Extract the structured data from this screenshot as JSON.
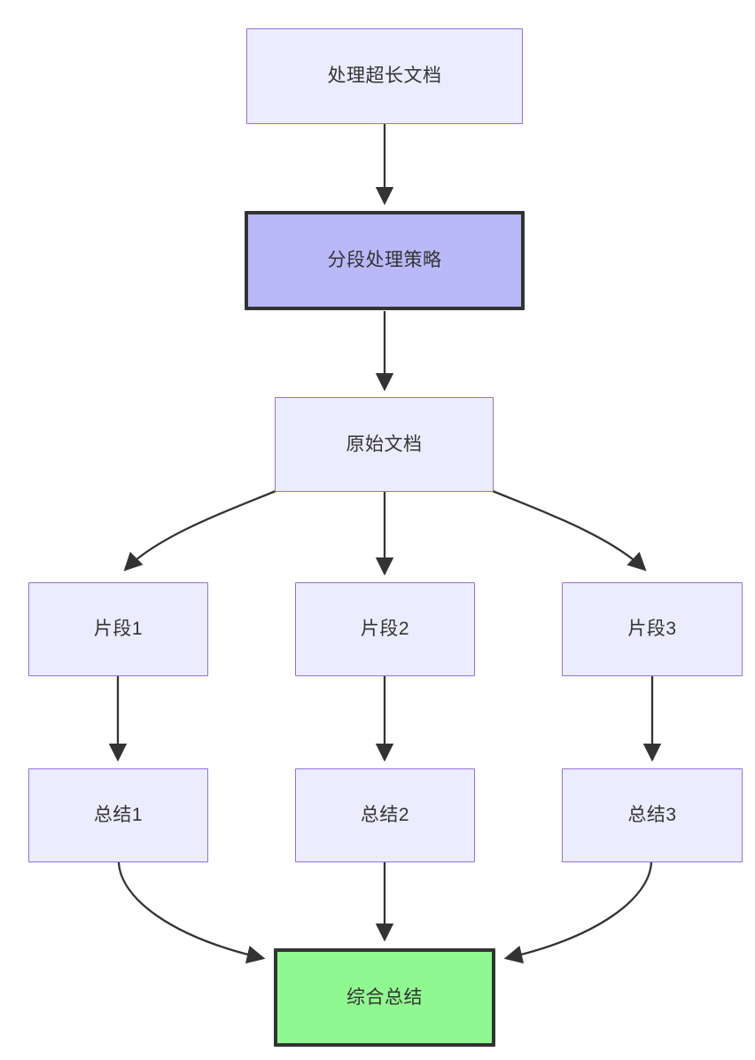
{
  "diagram_type": "flowchart-top-down",
  "colors": {
    "light_fill": "#ECECFF",
    "light_border": "#9370DB",
    "highlight_fill": "#B9B9F9",
    "emphasis_border": "#333333",
    "green_fill": "#90F890",
    "arrow": "#333333",
    "text": "#333333"
  },
  "nodes": [
    {
      "id": "A",
      "label": "处理超长文档",
      "style": "light"
    },
    {
      "id": "B",
      "label": "分段处理策略",
      "style": "highlight"
    },
    {
      "id": "C",
      "label": "原始文档",
      "style": "light"
    },
    {
      "id": "D1",
      "label": "片段1",
      "style": "light"
    },
    {
      "id": "D2",
      "label": "片段2",
      "style": "light"
    },
    {
      "id": "D3",
      "label": "片段3",
      "style": "light"
    },
    {
      "id": "E1",
      "label": "总结1",
      "style": "light"
    },
    {
      "id": "E2",
      "label": "总结2",
      "style": "light"
    },
    {
      "id": "E3",
      "label": "总结3",
      "style": "light"
    },
    {
      "id": "F",
      "label": "综合总结",
      "style": "green"
    }
  ],
  "edges": [
    {
      "from": "A",
      "to": "B"
    },
    {
      "from": "B",
      "to": "C"
    },
    {
      "from": "C",
      "to": "D1"
    },
    {
      "from": "C",
      "to": "D2"
    },
    {
      "from": "C",
      "to": "D3"
    },
    {
      "from": "D1",
      "to": "E1"
    },
    {
      "from": "D2",
      "to": "E2"
    },
    {
      "from": "D3",
      "to": "E3"
    },
    {
      "from": "E1",
      "to": "F"
    },
    {
      "from": "E2",
      "to": "F"
    },
    {
      "from": "E3",
      "to": "F"
    }
  ]
}
